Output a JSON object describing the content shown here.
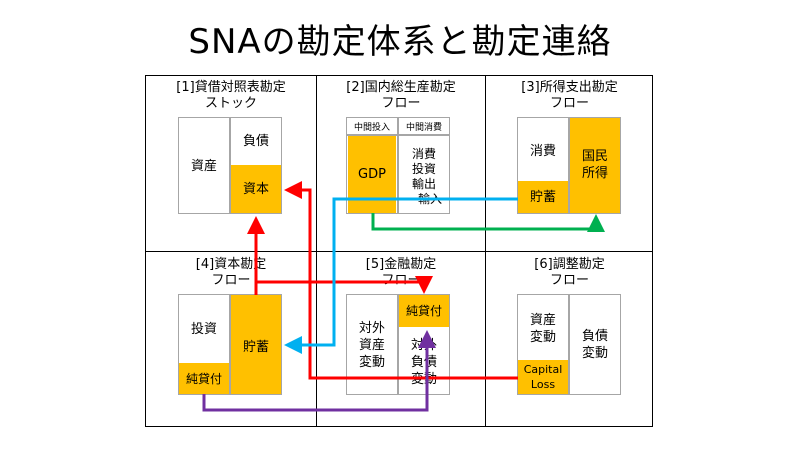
{
  "title": "SNAの勘定体系と勘定連絡",
  "cells": {
    "c1": {
      "head1": "[1]貸借対照表勘定",
      "head2": "ストック",
      "asset": "資産",
      "liability": "負債",
      "capital": "資本"
    },
    "c2": {
      "head1": "[2]国内総生産勘定",
      "head2": "フロー",
      "hdr_left": "中間投入",
      "hdr_right": "中間消費",
      "gdp": "GDP",
      "r1": "消費",
      "r2": "投資",
      "r3": "輸出",
      "r4": "－輸入"
    },
    "c3": {
      "head1": "[3]所得支出勘定",
      "head2": "フロー",
      "consumption": "消費",
      "income1": "国民",
      "income2": "所得",
      "saving": "貯蓄"
    },
    "c4": {
      "head1": "[4]資本勘定",
      "head2": "フロー",
      "invest": "投資",
      "saving": "貯蓄",
      "net_lending": "純貸付"
    },
    "c5": {
      "head1": "[5]金融勘定",
      "head2": "フロー",
      "net_lending": "純貸付",
      "l1": "対外",
      "l2": "資産",
      "l3": "変動",
      "r1": "対外",
      "r2": "負債",
      "r3": "変動"
    },
    "c6": {
      "head1": "[6]調整勘定",
      "head2": "フロー",
      "l1": "資産",
      "l2": "変動",
      "r1": "負債",
      "r2": "変動",
      "cap1": "Capital",
      "cap2": "Loss"
    }
  },
  "colors": {
    "gold": "#ffc000",
    "red": "#ff0000",
    "blue": "#00b0f0",
    "green": "#00b050",
    "purple": "#7030a0",
    "box_border": "#a6a6a6"
  },
  "arrows": [
    {
      "name": "red-capital-loss-to-capital-arrow",
      "color": "red"
    },
    {
      "name": "red-saving-to-net-lending-arrow",
      "color": "red"
    },
    {
      "name": "blue-gdp-to-saving-arrow",
      "color": "blue"
    },
    {
      "name": "green-gdp-to-national-income-arrow",
      "color": "green"
    },
    {
      "name": "purple-net-lending-to-financial-arrow",
      "color": "purple"
    }
  ]
}
